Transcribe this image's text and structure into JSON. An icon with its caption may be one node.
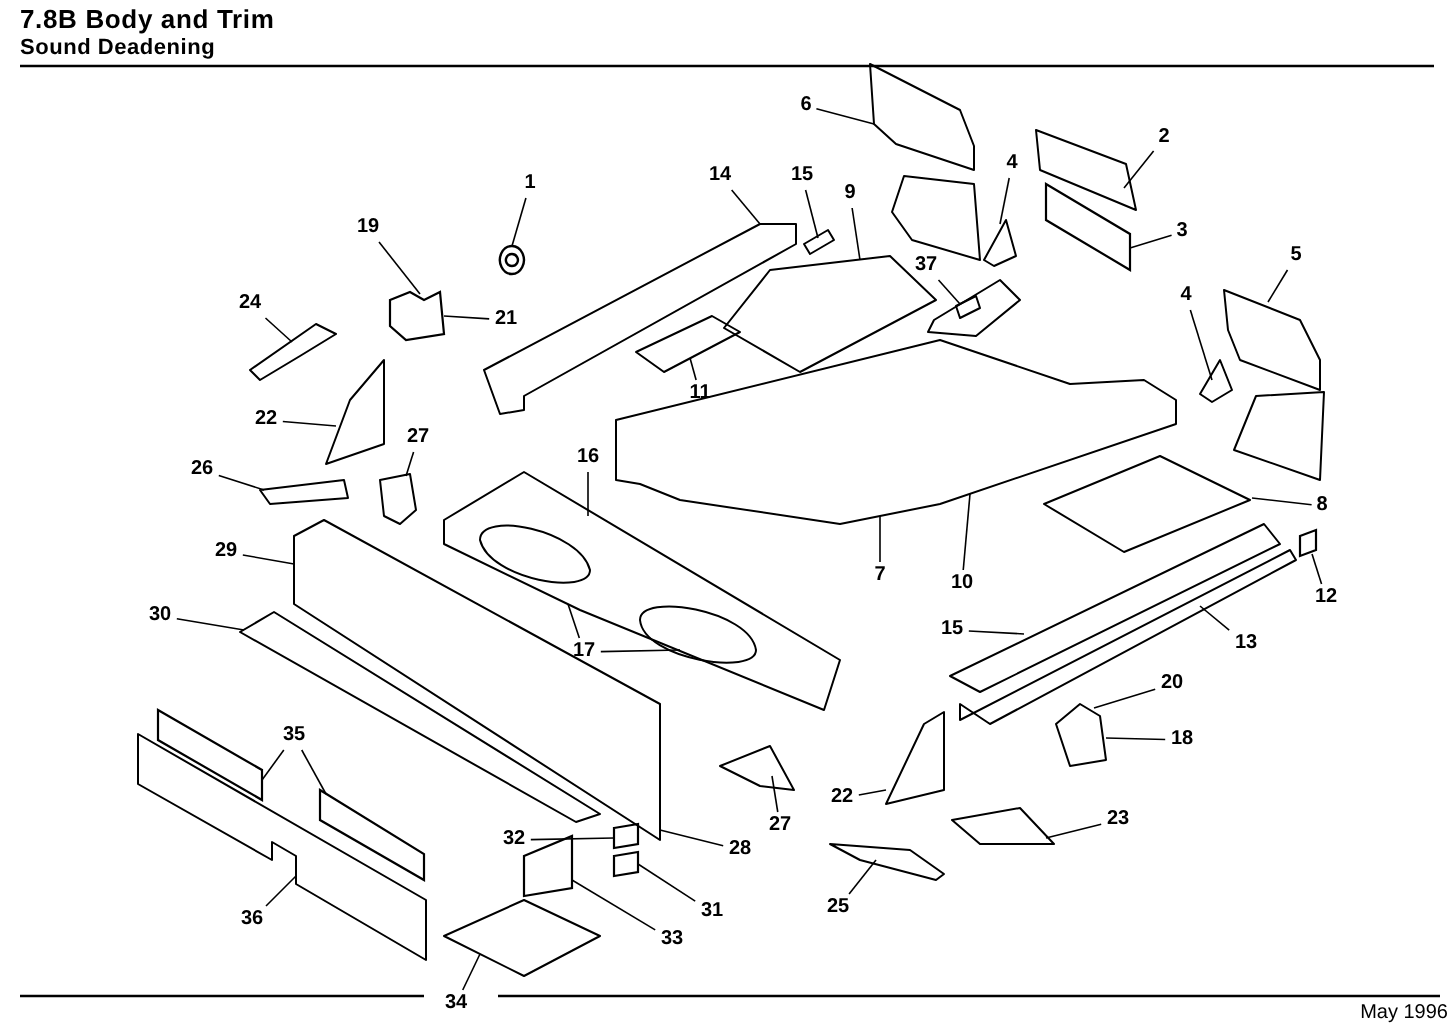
{
  "diagram": {
    "title": "7.8B Body and Trim",
    "nodes": [
      {
        "text": [
          "6"
        ]
      },
      {
        "text": [
          "2"
        ]
      },
      {
        "text": [
          "1"
        ]
      },
      {
        "text": [
          "14"
        ]
      },
      {
        "text": [
          "15"
        ]
      },
      {
        "text": [
          "9"
        ]
      },
      {
        "text": [
          "4"
        ]
      },
      {
        "text": [
          "19"
        ]
      },
      {
        "text": [
          "3"
        ]
      },
      {
        "text": [
          "37"
        ]
      },
      {
        "text": [
          "5"
        ]
      },
      {
        "text": [
          "4"
        ]
      },
      {
        "text": [
          "24"
        ]
      },
      {
        "text": [
          "21"
        ]
      },
      {
        "text": [
          "11"
        ]
      },
      {
        "text": [
          "22"
        ]
      },
      {
        "text": [
          "27"
        ]
      },
      {
        "text": [
          "16"
        ]
      },
      {
        "text": [
          "26"
        ]
      },
      {
        "text": [
          "29"
        ]
      },
      {
        "text": [
          "8"
        ]
      },
      {
        "text": [
          "7"
        ]
      },
      {
        "text": [
          "10"
        ]
      },
      {
        "text": [
          "12"
        ]
      },
      {
        "text": [
          "30"
        ]
      },
      {
        "text": [
          "15"
        ]
      },
      {
        "text": [
          "13"
        ]
      },
      {
        "text": [
          "17"
        ]
      },
      {
        "text": [
          "20"
        ]
      },
      {
        "text": [
          "35"
        ]
      },
      {
        "text": [
          "18"
        ]
      },
      {
        "text": [
          "22"
        ]
      },
      {
        "text": [
          "27"
        ]
      },
      {
        "text": [
          "23"
        ]
      },
      {
        "text": [
          "32"
        ]
      },
      {
        "text": [
          "28"
        ]
      },
      {
        "text": [
          "25"
        ]
      },
      {
        "text": [
          "31"
        ]
      },
      {
        "text": [
          "36"
        ]
      },
      {
        "text": [
          "33"
        ]
      },
      {
        "text": [
          "34"
        ]
      },
      {
        "text": [],
        "shape": "picture"
      },
      {
        "text": [],
        "shape": "picture"
      },
      {
        "text": [],
        "shape": "picture"
      },
      {
        "text": [],
        "shape": "picture"
      },
      {
        "text": [],
        "shape": "box"
      },
      {
        "text": [],
        "shape": "picture"
      },
      {
        "text": [],
        "shape": "picture"
      },
      {
        "text": [],
        "shape": "picture"
      },
      {
        "text": [],
        "shape": "picture"
      },
      {
        "text": [],
        "shape": "picture"
      },
      {
        "text": [],
        "shape": "picture"
      },
      {
        "text": [],
        "shape": "picture"
      },
      {
        "text": [],
        "shape": "picture"
      },
      {
        "text": [],
        "shape": "picture"
      },
      {
        "text": [],
        "shape": "picture"
      },
      {
        "text": [],
        "shape": "picture"
      },
      {
        "text": [],
        "shape": "box"
      },
      {
        "text": [],
        "shape": "picture"
      },
      {
        "text": [],
        "shape": "box"
      },
      {
        "text": [],
        "shape": "picture"
      },
      {
        "text": [],
        "shape": "picture"
      },
      {
        "text": [],
        "shape": "picture"
      },
      {
        "text": [],
        "shape": "picture"
      },
      {
        "text": [],
        "shape": "picture"
      },
      {
        "text": [],
        "shape": "picture"
      },
      {
        "text": [],
        "shape": "picture"
      },
      {
        "text": [],
        "shape": "picture"
      },
      {
        "text": [],
        "shape": "box"
      },
      {
        "text": [],
        "shape": "box"
      },
      {
        "text": [],
        "shape": "box"
      },
      {
        "text": [],
        "shape": "picture"
      },
      {
        "text": [],
        "shape": "box"
      },
      {
        "text": [],
        "shape": "box"
      },
      {
        "text": [],
        "shape": "picture"
      },
      {
        "text": [],
        "shape": "circle"
      },
      {
        "text": [],
        "shape": "picture"
      },
      {
        "text": [],
        "shape": "picture"
      }
    ],
    "edges": [
      {
        "from": 0,
        "to": 43,
        "arrow": "none"
      },
      {
        "from": 1,
        "to": 44,
        "arrow": "none"
      },
      {
        "from": 2,
        "to": 75,
        "arrow": "none"
      },
      {
        "from": 3,
        "to": 41,
        "arrow": "none"
      },
      {
        "from": 4,
        "to": 76,
        "arrow": "none"
      },
      {
        "from": 5,
        "to": 42,
        "arrow": "none"
      },
      {
        "from": 6,
        "to": 46,
        "arrow": "none"
      },
      {
        "from": 7,
        "to": 59,
        "arrow": "none"
      },
      {
        "from": 8,
        "to": 45,
        "arrow": "none"
      },
      {
        "from": 9,
        "to": 47,
        "arrow": "none"
      },
      {
        "from": 10,
        "to": 48,
        "arrow": "none"
      },
      {
        "from": 11,
        "to": 49,
        "arrow": "none"
      },
      {
        "from": 12,
        "to": 64,
        "arrow": "none"
      },
      {
        "from": 13,
        "to": 59,
        "arrow": "none"
      },
      {
        "from": 14,
        "to": 77,
        "arrow": "none"
      },
      {
        "from": 15,
        "to": 65,
        "arrow": "none"
      },
      {
        "from": 16,
        "to": 67,
        "arrow": "none"
      },
      {
        "from": 17,
        "to": 52,
        "arrow": "none"
      },
      {
        "from": 18,
        "to": 66,
        "arrow": "none"
      },
      {
        "from": 19,
        "to": 53,
        "arrow": "none"
      },
      {
        "from": 20,
        "to": 50,
        "arrow": "none"
      },
      {
        "from": 21,
        "to": 51,
        "arrow": "none"
      },
      {
        "from": 22,
        "to": 51,
        "arrow": "none"
      },
      {
        "from": 23,
        "to": 57,
        "arrow": "none"
      },
      {
        "from": 24,
        "to": 54,
        "arrow": "none"
      },
      {
        "from": 25,
        "to": 55,
        "arrow": "none"
      },
      {
        "from": 26,
        "to": 56,
        "arrow": "none"
      },
      {
        "from": 27,
        "to": 52,
        "arrow": "none"
      },
      {
        "from": 27,
        "to": 52,
        "arrow": "none"
      },
      {
        "from": 28,
        "to": 58,
        "arrow": "none"
      },
      {
        "from": 29,
        "to": 72,
        "arrow": "none"
      },
      {
        "from": 29,
        "to": 73,
        "arrow": "none"
      },
      {
        "from": 30,
        "to": 58,
        "arrow": "none"
      },
      {
        "from": 31,
        "to": 60,
        "arrow": "none"
      },
      {
        "from": 32,
        "to": 63,
        "arrow": "none"
      },
      {
        "from": 33,
        "to": 61,
        "arrow": "none"
      },
      {
        "from": 34,
        "to": 68,
        "arrow": "none"
      },
      {
        "from": 35,
        "to": 53,
        "arrow": "none"
      },
      {
        "from": 36,
        "to": 62,
        "arrow": "none"
      },
      {
        "from": 37,
        "to": 69,
        "arrow": "none"
      },
      {
        "from": 38,
        "to": 74,
        "arrow": "none"
      },
      {
        "from": 39,
        "to": 70,
        "arrow": "none"
      },
      {
        "from": 40,
        "to": 71,
        "arrow": "none"
      }
    ],
    "labels": [
      "Sound Deadening",
      "May 1996"
    ]
  }
}
